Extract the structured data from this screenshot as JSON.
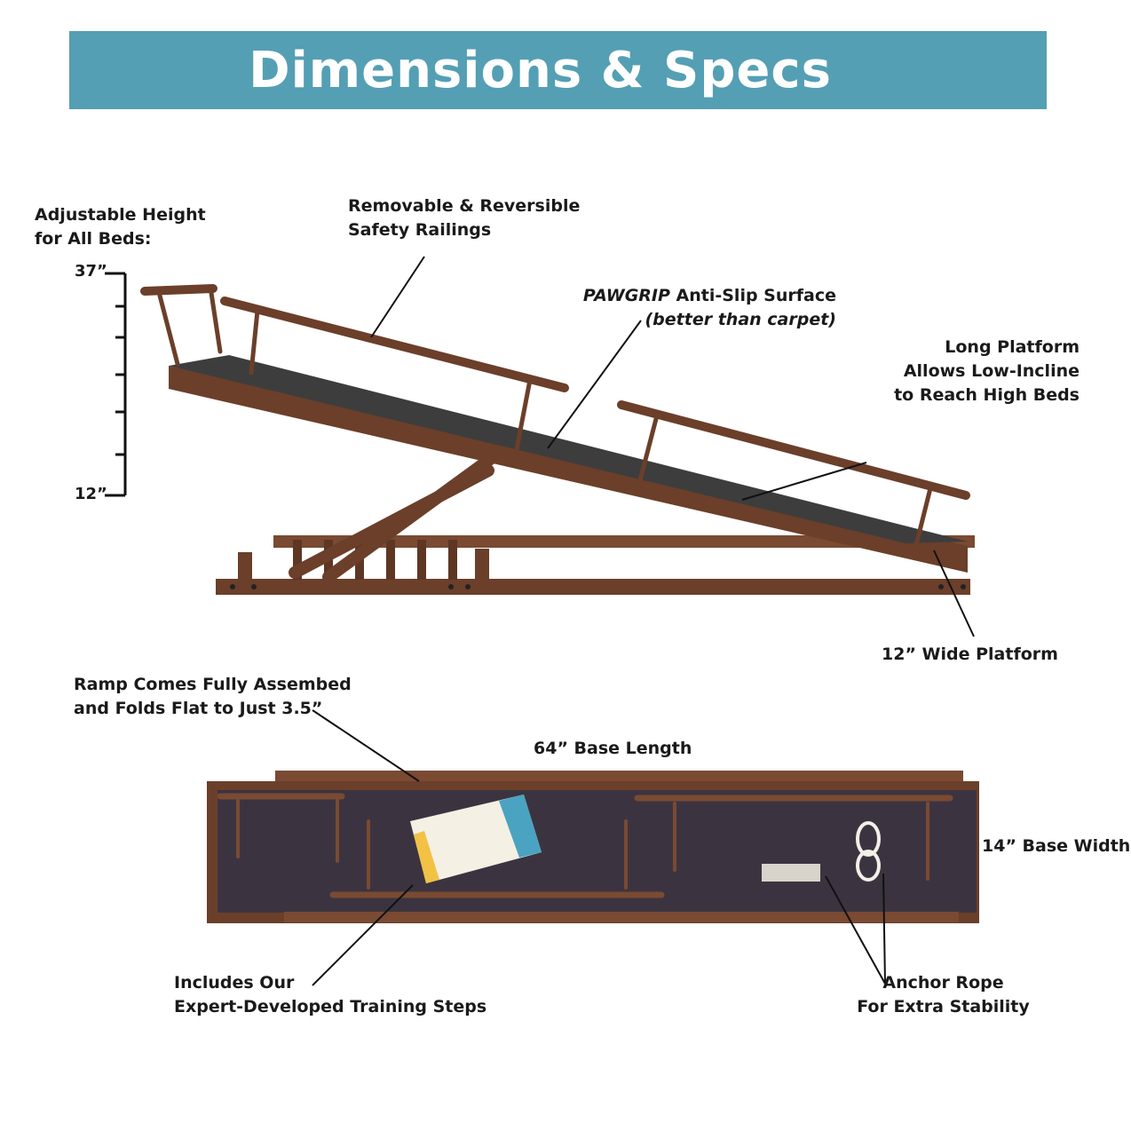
{
  "banner": {
    "title": "Dimensions & Specs"
  },
  "height_scale": {
    "label_line1": "Adjustable Height",
    "label_line2": "for All Beds:",
    "max": "37”",
    "min": "12”"
  },
  "callouts": {
    "railings": {
      "line1": "Removable & Reversible",
      "line2": "Safety Railings"
    },
    "surface": {
      "brand": "PAWGRIP",
      "line1_rest": " Anti-Slip Surface",
      "line2": "(better than carpet)"
    },
    "platform": {
      "line1": "Long Platform",
      "line2": "Allows Low-Incline",
      "line3": "to Reach High Beds"
    },
    "wide": {
      "text": "12” Wide Platform"
    },
    "folds": {
      "line1": "Ramp Comes Fully Assembed",
      "line2": "and Folds Flat to Just 3.5”"
    },
    "base_length": {
      "text": "64” Base Length"
    },
    "base_width": {
      "text": "14” Base Width"
    },
    "training": {
      "line1": "Includes Our",
      "line2": "Expert-Developed Training Steps"
    },
    "anchor": {
      "line1": "Anchor Rope",
      "line2": "For Extra Stability"
    }
  },
  "colors": {
    "banner": "#549fb4",
    "wood": "#6b3f2a",
    "surface": "#3d3d3d",
    "folded_surface": "#3b3440"
  }
}
